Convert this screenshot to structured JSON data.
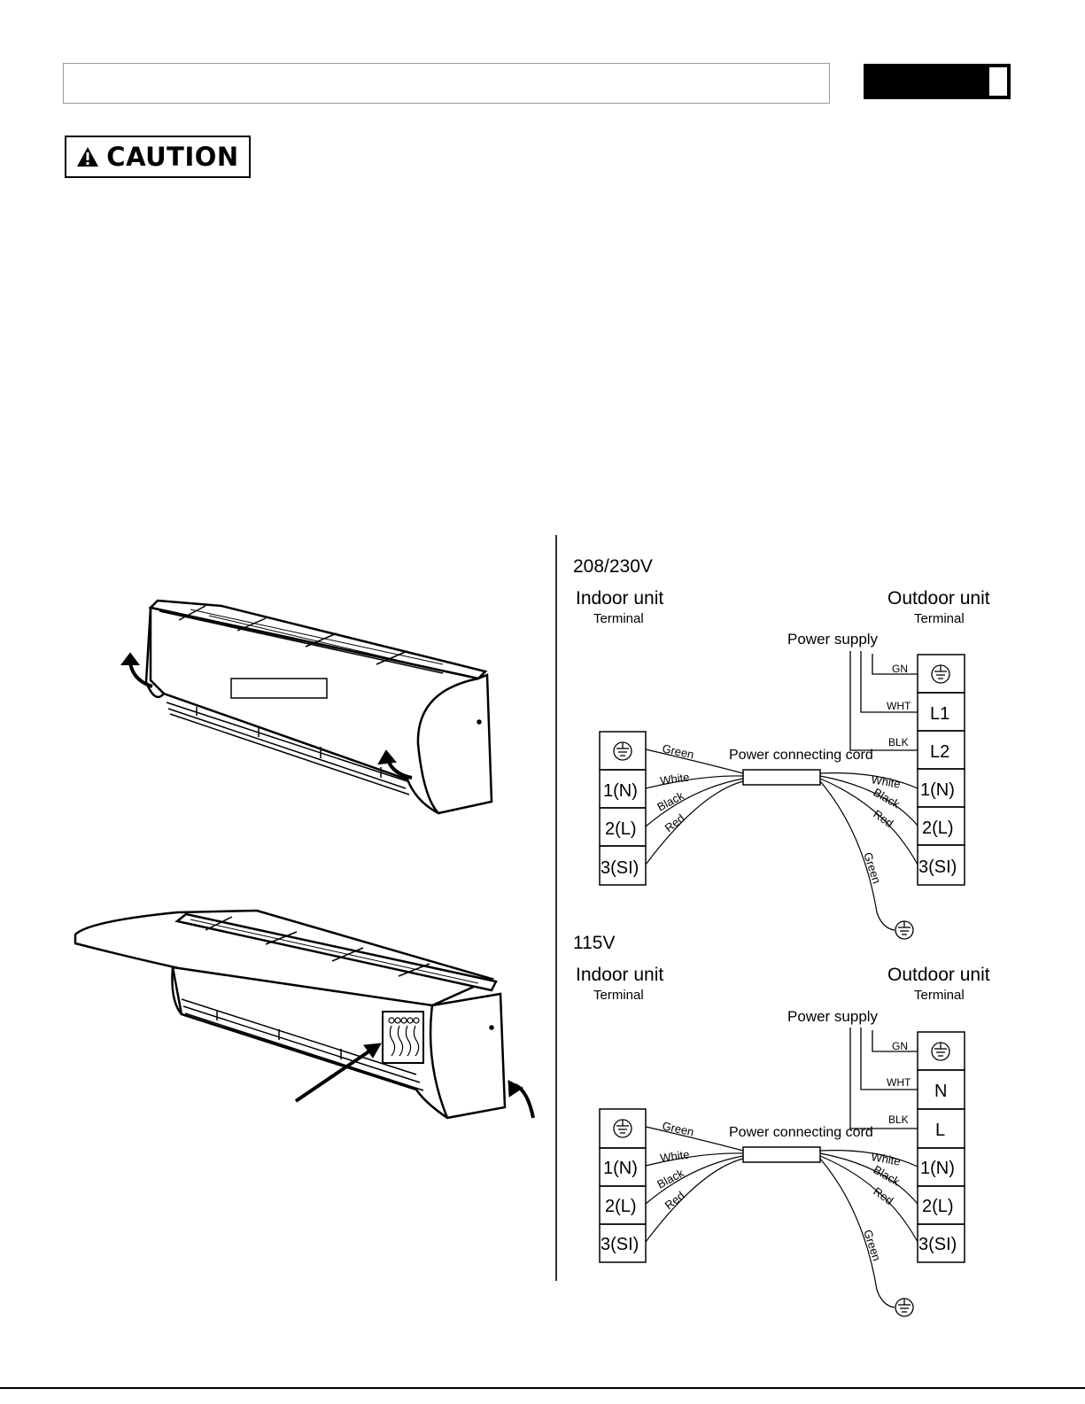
{
  "header": {
    "title": "",
    "tab_label": ""
  },
  "caution": {
    "label": "CAUTION",
    "icon": "warning-triangle-icon"
  },
  "wiring": [
    {
      "voltage": "208/230V",
      "indoor": {
        "title": "Indoor unit",
        "subtitle": "Terminal",
        "terminals": [
          "1(N)",
          "2(L)",
          "3(SI)"
        ]
      },
      "outdoor": {
        "title": "Outdoor unit",
        "subtitle": "Terminal",
        "supply_terminals": [
          "L1",
          "L2"
        ],
        "terminals": [
          "1(N)",
          "2(L)",
          "3(SI)"
        ]
      },
      "power_supply": "Power supply",
      "supply_wires": [
        "GN",
        "WHT",
        "BLK"
      ],
      "cord_label": "Power connecting cord",
      "wire_colors_left": [
        "Green",
        "White",
        "Black",
        "Red"
      ],
      "wire_colors_right": [
        "White",
        "Black",
        "Red",
        "Green"
      ]
    },
    {
      "voltage": "115V",
      "indoor": {
        "title": "Indoor unit",
        "subtitle": "Terminal",
        "terminals": [
          "1(N)",
          "2(L)",
          "3(SI)"
        ]
      },
      "outdoor": {
        "title": "Outdoor unit",
        "subtitle": "Terminal",
        "supply_terminals": [
          "N",
          "L"
        ],
        "terminals": [
          "1(N)",
          "2(L)",
          "3(SI)"
        ]
      },
      "power_supply": "Power supply",
      "supply_wires": [
        "GN",
        "WHT",
        "BLK"
      ],
      "cord_label": "Power connecting cord",
      "wire_colors_left": [
        "Green",
        "White",
        "Black",
        "Red"
      ],
      "wire_colors_right": [
        "White",
        "Black",
        "Red",
        "Green"
      ]
    }
  ]
}
